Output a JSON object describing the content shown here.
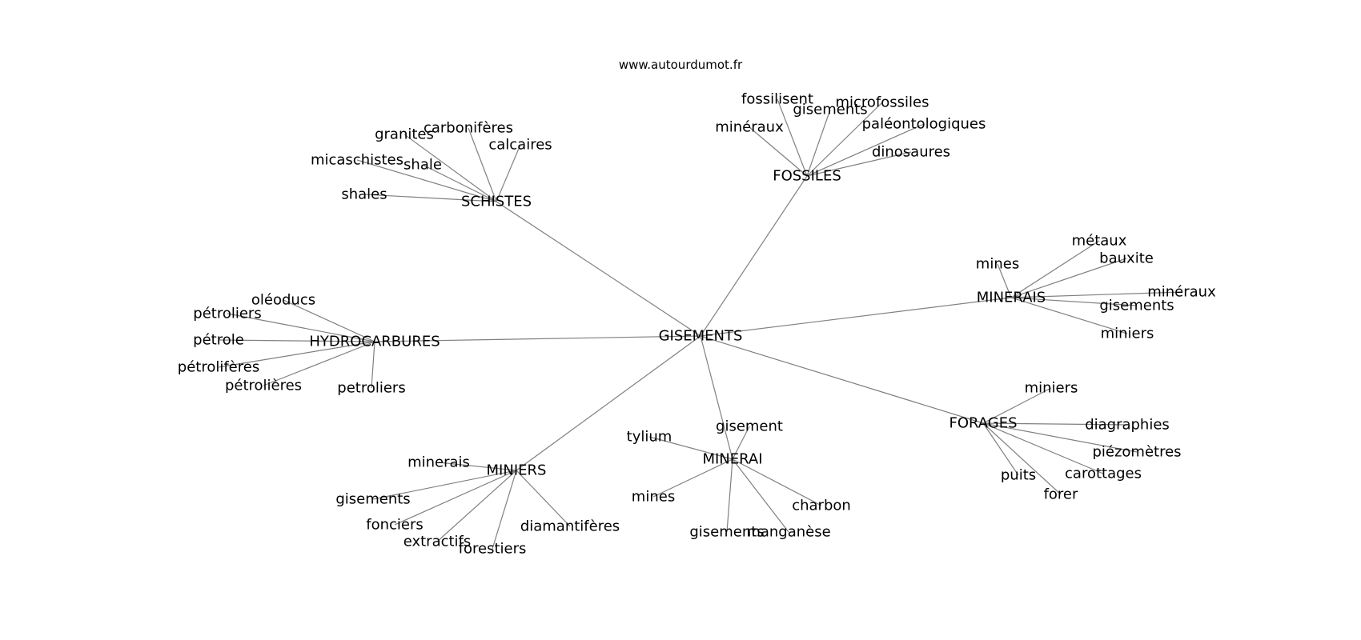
{
  "watermark": "www.autourdumot.fr",
  "center": "GISEMENTS",
  "clusters": [
    {
      "id": "schistes",
      "label": "SCHISTES",
      "leaves": [
        "granites",
        "carbonifères",
        "calcaires",
        "micaschistes",
        "shale",
        "shales"
      ]
    },
    {
      "id": "fossiles",
      "label": "FOSSILES",
      "leaves": [
        "fossilisent",
        "microfossiles",
        "gisements",
        "minéraux",
        "paléontologiques",
        "dinosaures"
      ]
    },
    {
      "id": "minerais",
      "label": "MINERAIS",
      "leaves": [
        "mines",
        "métaux",
        "bauxite",
        "minéraux",
        "gisements",
        "miniers"
      ]
    },
    {
      "id": "hydrocarbures",
      "label": "HYDROCARBURES",
      "leaves": [
        "oléoducs",
        "pétroliers",
        "pétrole",
        "pétrolifères",
        "pétrolières",
        "petroliers"
      ]
    },
    {
      "id": "forages",
      "label": "FORAGES",
      "leaves": [
        "miniers",
        "diagraphies",
        "piézomètres",
        "carottages",
        "puits",
        "forer"
      ]
    },
    {
      "id": "minerai",
      "label": "MINERAI",
      "leaves": [
        "gisement",
        "tylium",
        "mines",
        "gisements",
        "charbon",
        "manganèse"
      ]
    },
    {
      "id": "miniers",
      "label": "MINIERS",
      "leaves": [
        "minerais",
        "gisements",
        "fonciers",
        "extractifs",
        "forestiers",
        "diamantifères"
      ]
    }
  ]
}
